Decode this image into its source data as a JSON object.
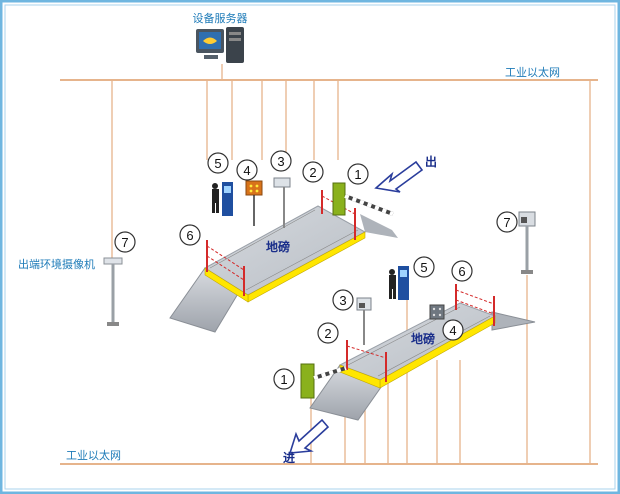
{
  "labels": {
    "server": "设备服务器",
    "net_top": "工业以太网",
    "net_bottom": "工业以太网",
    "env_camera": "出端环境摄像机",
    "exit": "出",
    "entry": "进",
    "scale_upper": "地磅",
    "scale_lower": "地磅"
  },
  "callouts": {
    "upper": {
      "n1": "1",
      "n2": "2",
      "n3": "3",
      "n4": "4",
      "n5": "5",
      "n6": "6",
      "n7": "7"
    },
    "lower": {
      "n1": "1",
      "n2": "2",
      "n3": "3",
      "n4": "4",
      "n5": "5",
      "n6": "6",
      "n7": "7"
    }
  },
  "colors": {
    "frame": "#6fb6e0",
    "cable": "#e6b48c",
    "text_blue": "#1e7bb8",
    "deck": "#cfd3d8",
    "deck_edge": "#ffe600",
    "arrow": "#2a3d9c",
    "barrier_green": "#8ab11c",
    "boom_stripe": "#333333",
    "fence_red": "#d42a2a"
  }
}
